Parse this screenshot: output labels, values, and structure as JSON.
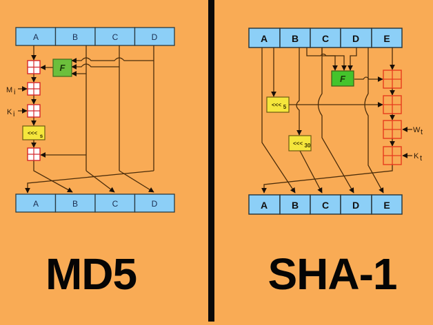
{
  "colors": {
    "background": "#f9ab55",
    "divider": "#0a0a0a",
    "register_fill": "#8ccff7",
    "f_box": "#6cbf3c",
    "rotate_box": "#f5e63c",
    "adder_stroke": "#d4262a",
    "wire": "#4a2c0a"
  },
  "md5": {
    "title": "MD5",
    "input_registers": [
      "A",
      "B",
      "C",
      "D"
    ],
    "output_registers": [
      "A",
      "B",
      "C",
      "D"
    ],
    "function_label": "F",
    "message_label": "M",
    "message_sub": "i",
    "constant_label": "K",
    "constant_sub": "i",
    "rotate_label": "<<<",
    "rotate_sub": "s"
  },
  "sha1": {
    "title": "SHA-1",
    "input_registers": [
      "A",
      "B",
      "C",
      "D",
      "E"
    ],
    "output_registers": [
      "A",
      "B",
      "C",
      "D",
      "E"
    ],
    "function_label": "F",
    "rotate5_label": "<<<",
    "rotate5_sub": "5",
    "rotate30_label": "<<<",
    "rotate30_sub": "30",
    "word_label": "W",
    "word_sub": "t",
    "constant_label": "K",
    "constant_sub": "t"
  }
}
